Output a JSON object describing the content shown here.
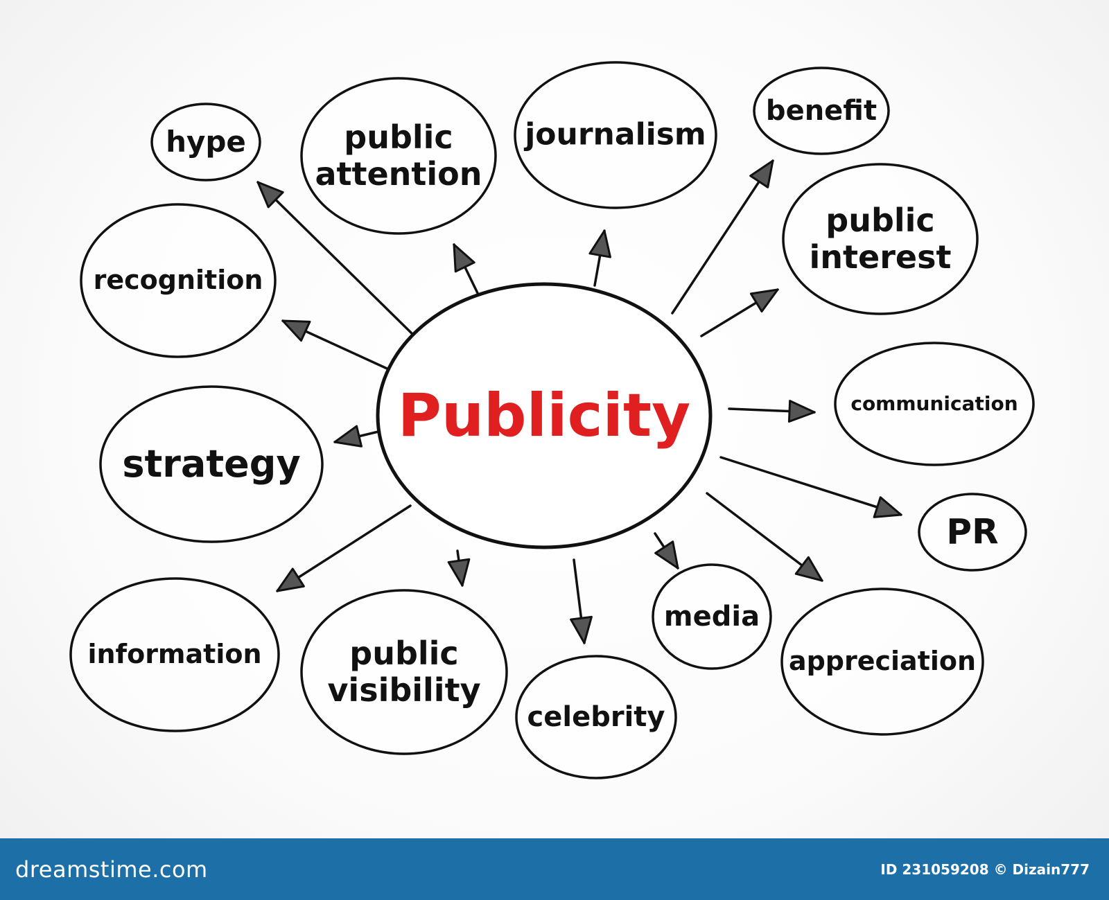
{
  "diagram": {
    "center": {
      "label": "Publicity",
      "color": "#e02020"
    },
    "nodes": [
      {
        "id": "hype",
        "lines": [
          "hype"
        ]
      },
      {
        "id": "public-attention",
        "lines": [
          "public",
          "attention"
        ]
      },
      {
        "id": "journalism",
        "lines": [
          "journalism"
        ]
      },
      {
        "id": "benefit",
        "lines": [
          "benefit"
        ]
      },
      {
        "id": "public-interest",
        "lines": [
          "public",
          "interest"
        ]
      },
      {
        "id": "recognition",
        "lines": [
          "recognition"
        ]
      },
      {
        "id": "communication",
        "lines": [
          "communication"
        ]
      },
      {
        "id": "strategy",
        "lines": [
          "strategy"
        ]
      },
      {
        "id": "pr",
        "lines": [
          "PR"
        ]
      },
      {
        "id": "information",
        "lines": [
          "information"
        ]
      },
      {
        "id": "public-visibility",
        "lines": [
          "public",
          "visibility"
        ]
      },
      {
        "id": "celebrity",
        "lines": [
          "celebrity"
        ]
      },
      {
        "id": "media",
        "lines": [
          "media"
        ]
      },
      {
        "id": "appreciation",
        "lines": [
          "appreciation"
        ]
      }
    ],
    "edges": [
      {
        "from": "center",
        "to": "hype"
      },
      {
        "from": "center",
        "to": "public-attention"
      },
      {
        "from": "center",
        "to": "journalism"
      },
      {
        "from": "center",
        "to": "benefit"
      },
      {
        "from": "center",
        "to": "public-interest"
      },
      {
        "from": "center",
        "to": "recognition"
      },
      {
        "from": "center",
        "to": "communication"
      },
      {
        "from": "center",
        "to": "strategy"
      },
      {
        "from": "center",
        "to": "pr"
      },
      {
        "from": "center",
        "to": "information"
      },
      {
        "from": "center",
        "to": "public-visibility"
      },
      {
        "from": "center",
        "to": "celebrity"
      },
      {
        "from": "center",
        "to": "media"
      },
      {
        "from": "center",
        "to": "appreciation"
      }
    ]
  },
  "footer": {
    "brand": "dreamstime.com",
    "credit": "ID 231059208 © Dizain777",
    "background": "#1d6fa8"
  }
}
